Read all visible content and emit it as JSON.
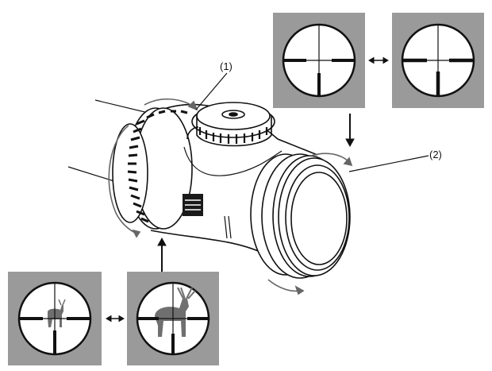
{
  "callouts": [
    {
      "id": "zoom-ring",
      "label": "(1)"
    },
    {
      "id": "diopter-ring",
      "label": "(2)"
    }
  ],
  "colors": {
    "panel": "#9a9a9a",
    "lens_bg": "#ffffff",
    "line": "#111111",
    "crosshair": "#111111",
    "deer": "#6f6f6f"
  },
  "icons": [
    "reticle-thin-icon",
    "reticle-thick-icon",
    "deer-small-icon",
    "deer-large-icon",
    "double-arrow-icon",
    "down-arrow-icon",
    "up-arrow-icon",
    "rotation-arrow-icon",
    "brand-logo"
  ]
}
